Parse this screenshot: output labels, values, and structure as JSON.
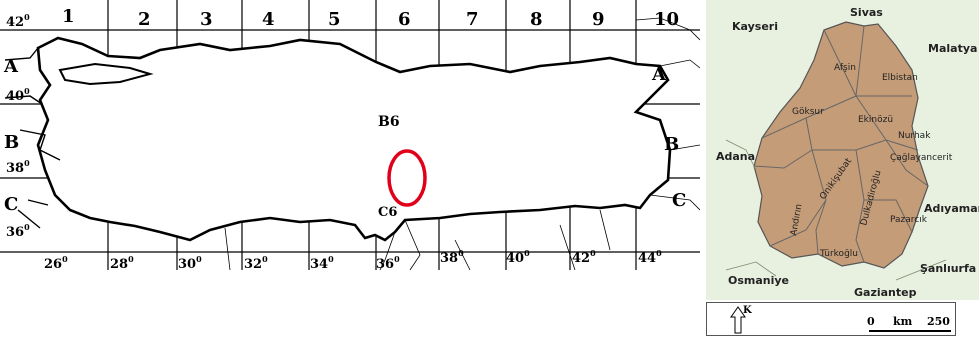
{
  "grid_map": {
    "col_numbers": [
      "1",
      "2",
      "3",
      "4",
      "5",
      "6",
      "7",
      "8",
      "9",
      "10"
    ],
    "row_letters_left": [
      "A",
      "B",
      "C"
    ],
    "row_letters_right": [
      "A",
      "B",
      "C"
    ],
    "lat_labels": [
      "42",
      "40",
      "38",
      "36"
    ],
    "lon_labels": [
      "26",
      "28",
      "30",
      "32",
      "34",
      "36",
      "38",
      "40",
      "42",
      "44"
    ],
    "degree": "0",
    "cell_labels": [
      "B6",
      "C6"
    ],
    "marker_color": "#e0001a"
  },
  "region_map": {
    "fill_color": "#c59c78",
    "background_color": "#e8f0e0",
    "neighbors": [
      "Kayseri",
      "Sivas",
      "Malatya",
      "Adana",
      "Adıyaman",
      "Osmaniye",
      "Şanlıurfa",
      "Gaziantep"
    ],
    "districts": [
      "Afşin",
      "Elbistan",
      "Göksur",
      "Ekinözü",
      "Nurhak",
      "Çağlayancerit",
      "Onikişubat",
      "Dulkadiroğlu",
      "Andırın",
      "Pazarcık",
      "Türkoğlu"
    ]
  },
  "legend": {
    "north": "K",
    "scale_start": "0",
    "scale_unit": "km",
    "scale_end": "250"
  }
}
